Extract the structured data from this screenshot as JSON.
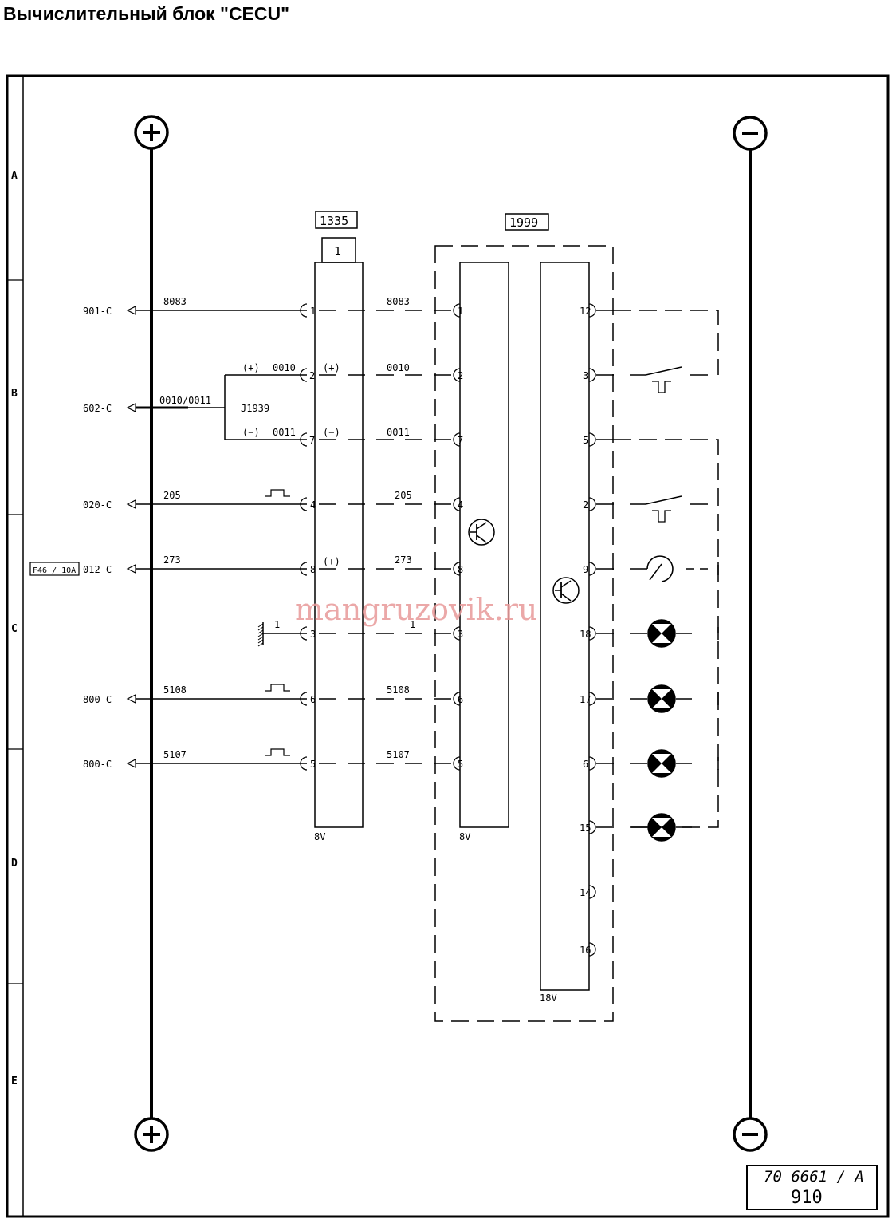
{
  "title": "Вычислительный блок \"CECU\"",
  "rows": [
    "A",
    "B",
    "C",
    "D",
    "E"
  ],
  "connectors": {
    "c1335": "1335",
    "c1335_sub": "1",
    "c1999": "1999"
  },
  "rails": {
    "plus": "+",
    "minus": "−"
  },
  "left_terminals": [
    {
      "id": "901-C",
      "wire": "8083",
      "pin": "1",
      "wire2": "8083",
      "ecu_pin": "1"
    },
    {
      "id": "602-C",
      "wire": "0010/0011",
      "pin": "",
      "wire2": "",
      "ecu_pin": ""
    },
    {
      "id": "020-C",
      "wire": "205",
      "pin": "4",
      "wire2": "205",
      "ecu_pin": "4"
    },
    {
      "id": "012-C",
      "wire": "273",
      "pin": "8",
      "wire2": "273",
      "ecu_pin": "8"
    },
    {
      "id": "",
      "wire": "1",
      "pin": "3",
      "wire2": "1",
      "ecu_pin": "3"
    },
    {
      "id": "800-C",
      "wire": "5108",
      "pin": "6",
      "wire2": "5108",
      "ecu_pin": "6"
    },
    {
      "id": "800-C",
      "wire": "5107",
      "pin": "5",
      "wire2": "5107",
      "ecu_pin": "5"
    }
  ],
  "can": {
    "plus": "(+)",
    "minus": "(−)",
    "w_plus": "0010",
    "w_minus": "0011",
    "bus": "J1939",
    "pin_plus": "2",
    "pin_minus": "7",
    "plus2": "(+)",
    "minus2": "(−)",
    "w2_plus": "0010",
    "w2_minus": "0011",
    "ecu_plus": "2",
    "ecu_minus": "7"
  },
  "fuse_tag": "F46 / 10A",
  "pin8_sign": "(+)",
  "right_pins": [
    "12",
    "3",
    "5",
    "2",
    "9",
    "18",
    "17",
    "6",
    "15",
    "14",
    "16"
  ],
  "connector_labels": {
    "left_8v": "8V",
    "mid_8v": "8V",
    "right_18v": "18V"
  },
  "watermark": "mangruzovik.ru",
  "stamp": {
    "line1": "70 6661 / A",
    "line2": "910"
  }
}
